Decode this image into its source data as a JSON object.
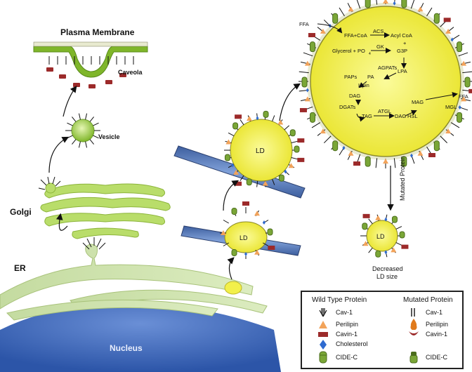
{
  "labels": {
    "plasma_membrane": "Plasma Membrane",
    "caveola": "Caveola",
    "vesicle": "Vesicle",
    "golgi": "Golgi",
    "er": "ER",
    "nucleus": "Nucleus",
    "ld": "LD",
    "mutated_protein": "Mutated Protein",
    "decreased_ld_size_1": "Decreased",
    "decreased_ld_size_2": "LD size"
  },
  "pathway": {
    "ffa_in": "FFA",
    "ffa_coa": "FFA+CoA",
    "acs": "ACS",
    "acyl_coa": "Acyl CoA",
    "plus": "+",
    "glycerol": "Glycerol + PO",
    "po_sub": "4",
    "gk": "GK",
    "g3p": "G3P",
    "agpats": "AGPATs",
    "lpa": "LPA",
    "paps": "PAPs",
    "pa": "PA",
    "lipin": "Lipin",
    "dag1": "DAG",
    "dgats": "DGATs",
    "tag": "TAG",
    "atgl": "ATGL",
    "dag2": "DAG",
    "hsl": "HSL",
    "mag": "MAG",
    "ffa_out": "FFA",
    "mgl": "MGL"
  },
  "legend": {
    "wild_title": "Wild Type Protein",
    "mutated_title": "Mutated Protein",
    "wild_items": [
      "Cav-1",
      "Perilipin",
      "Cavin-1",
      "Cholesterol",
      "CIDE-C"
    ],
    "mutated_items": [
      "Cav-1",
      "Perilipin",
      "Cavin-1",
      "CIDE-C"
    ]
  },
  "colors": {
    "membrane_green": "#8fbf3a",
    "ld_yellow": "#f2f04a",
    "er_green": "#cfe3a6",
    "nucleus_blue": "#3b66b8",
    "er_channel_blue": "#2f4f8f",
    "cavin_red": "#9c2a2a",
    "perilipin_orange": "#f2a35a",
    "cholesterol_blue": "#2f6bd0",
    "cidec_green": "#7aa637"
  }
}
